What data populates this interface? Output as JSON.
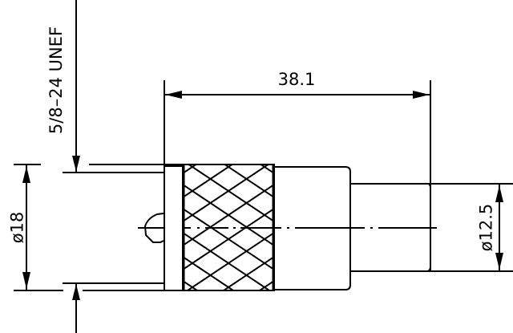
{
  "drawing": {
    "type": "connector-technical-drawing",
    "line_color": "#000000",
    "background": "#ffffff"
  },
  "dimensions": {
    "thread": {
      "label": "5/8–24 UNEF",
      "orientation": "vertical"
    },
    "outer_diameter": {
      "label": "ø18",
      "orientation": "vertical"
    },
    "length": {
      "label": "38.1",
      "orientation": "horizontal"
    },
    "cable_diameter": {
      "label": "ø12.5",
      "orientation": "vertical"
    }
  }
}
